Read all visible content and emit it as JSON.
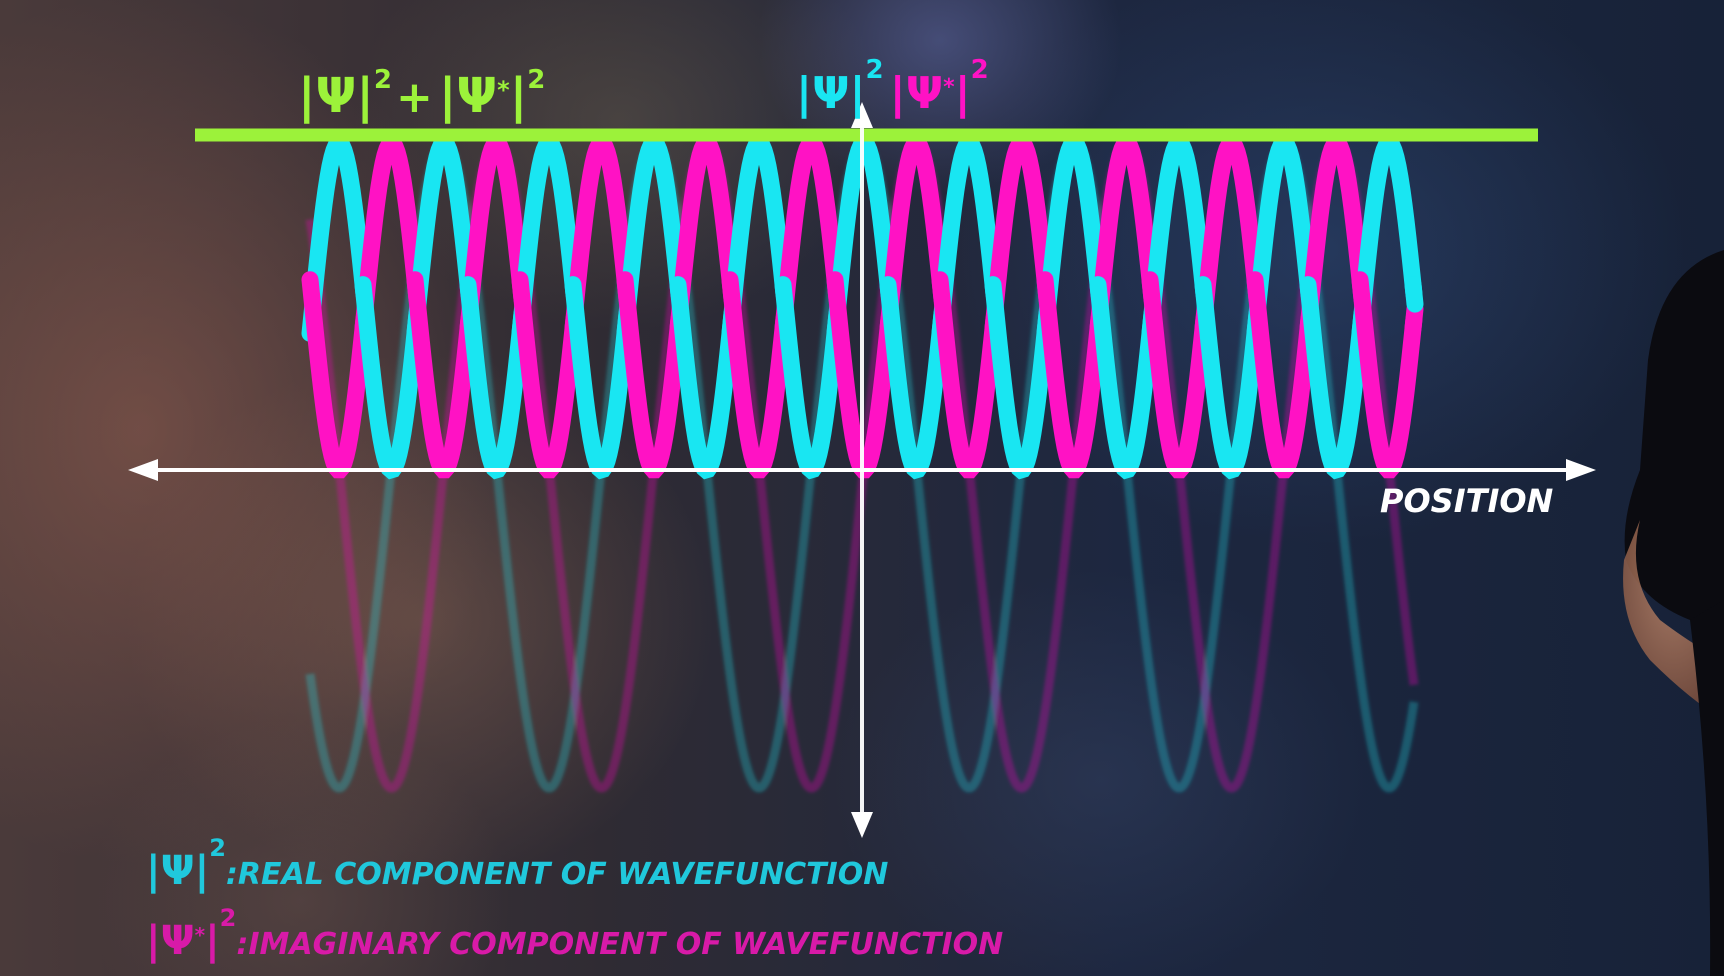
{
  "top_left_label": {
    "psi1": "|Ψ|",
    "sup1": "2",
    "plus": "+",
    "psi2": "|Ψ",
    "star": "*",
    "close2": "|",
    "sup2": "2"
  },
  "top_center_label": {
    "psi1": "|Ψ|",
    "sup1": "2",
    "psi2": "|Ψ",
    "star": "*",
    "close2": "|",
    "sup2": "2"
  },
  "axis": {
    "x_label": "POSITION"
  },
  "legend": {
    "real": {
      "symbol": "|Ψ|",
      "sup": "2",
      "text": ":REAL COMPONENT OF WAVEFUNCTION"
    },
    "imaginary": {
      "symbol": "|Ψ",
      "star": "*",
      "close": "|",
      "sup": "2",
      "text": ":IMAGINARY COMPONENT OF WAVEFUNCTION"
    }
  },
  "colors": {
    "real": "#19e6f2",
    "imaginary": "#ff12c4",
    "sum": "#9cf23a",
    "axis": "#ffffff",
    "real_legend": "#20c8dc",
    "imaginary_legend": "#d81aa8"
  },
  "icons": {
    "axis_arrows": "double-headed-arrow"
  }
}
